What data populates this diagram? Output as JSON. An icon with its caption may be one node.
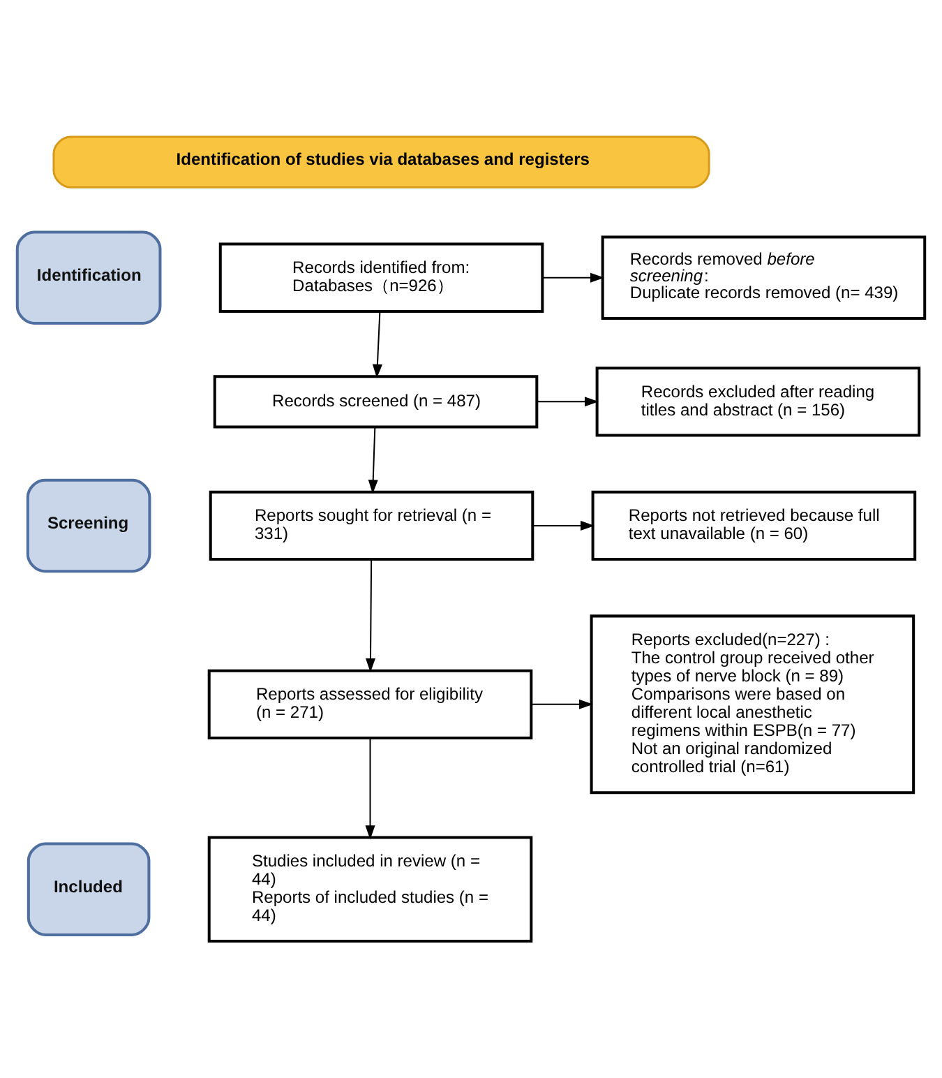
{
  "diagram": {
    "nodes": [
      {
        "text": [
          "Identification of studies via databases and registers"
        ]
      },
      {
        "text": [
          "Identification"
        ]
      },
      {
        "text": [
          "Records identified from: Databases（n=926）"
        ]
      },
      {
        "text": [
          "Records removed *before screening*:",
          "Duplicate records removed (n= 439)"
        ]
      },
      {
        "text": [
          "Screening"
        ]
      },
      {
        "text": [
          "Records screened (n = 487)"
        ]
      },
      {
        "text": [
          "Records excluded after reading titles and abstract (n = 156)"
        ]
      },
      {
        "text": [
          "Reports sought for retrieval (n = 331)"
        ]
      },
      {
        "text": [
          "Reports not retrieved because full text unavailable (n = 60)"
        ]
      },
      {
        "text": [
          "Reports assessed for eligibility (n = 271)"
        ]
      },
      {
        "text": [
          "Reports excluded(n=227) :",
          "The control group received other types of nerve block (n = 89)",
          "Comparisons were based on different local anesthetic regimens within ESPB(n = 77)",
          "Not an original randomized controlled trial (n=61)"
        ]
      },
      {
        "text": [
          "Included"
        ]
      },
      {
        "text": [
          "Studies included in review (n = 44)",
          "Reports of included studies (n = 44)"
        ]
      }
    ],
    "edges": [
      {
        "from": 2,
        "to": 3,
        "arrow": "to"
      },
      {
        "from": 2,
        "to": 5,
        "arrow": "to"
      },
      {
        "from": 5,
        "to": 6,
        "arrow": "to"
      },
      {
        "from": 5,
        "to": 7,
        "arrow": "to"
      },
      {
        "from": 7,
        "to": 8,
        "arrow": "to"
      },
      {
        "from": 7,
        "to": 9,
        "arrow": "to"
      },
      {
        "from": 9,
        "to": 10,
        "arrow": "to"
      },
      {
        "from": 9,
        "to": 12,
        "arrow": "to"
      }
    ]
  }
}
